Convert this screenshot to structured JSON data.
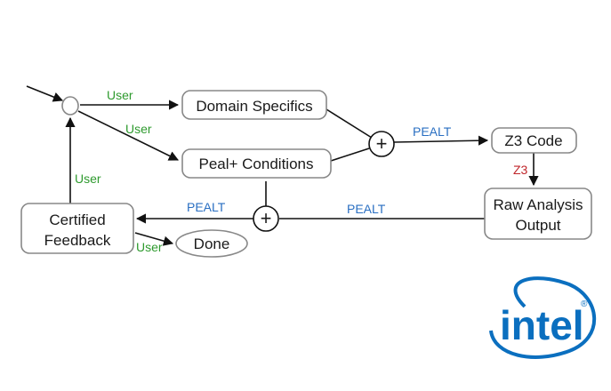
{
  "nodes": {
    "domain_specifics": "Domain Specifics",
    "peal_conditions": "Peal+ Conditions",
    "z3_code": "Z3 Code",
    "raw_analysis_line1": "Raw Analysis",
    "raw_analysis_line2": "Output",
    "certified_line1": "Certified",
    "certified_line2": "Feedback",
    "done": "Done",
    "plus_symbol": "+"
  },
  "edge_labels": {
    "user_to_domain": "User",
    "user_to_peal": "User",
    "peal_to_z3": "PEALT",
    "z3_to_raw": "Z3",
    "raw_to_plus": "PEALT",
    "plus_to_certified": "PEALT",
    "certified_to_start": "User",
    "certified_to_done": "User"
  },
  "colors": {
    "user": "#2e9a2e",
    "pealt": "#2a6fc2",
    "z3": "#c0262b",
    "logo": "#0b6fbf"
  },
  "logo": {
    "text": "intel",
    "mark": "®",
    "icon": "intel-logo"
  }
}
